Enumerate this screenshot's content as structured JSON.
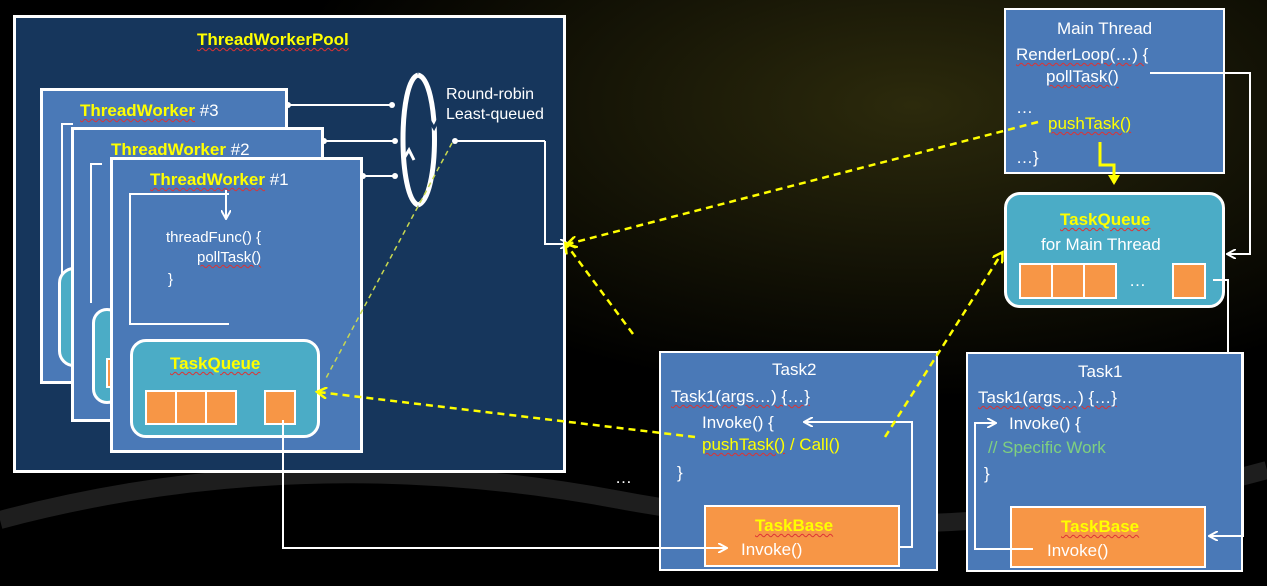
{
  "pool": {
    "title": "ThreadWorkerPool"
  },
  "workers": [
    {
      "name": "ThreadWorker",
      "num": "#3"
    },
    {
      "name": "ThreadWorker",
      "num": "#2"
    },
    {
      "name": "ThreadWorker",
      "num": "#1"
    }
  ],
  "worker1": {
    "code": [
      "threadFunc() {",
      "pollTask()",
      "}"
    ],
    "taskqueue": "TaskQueue"
  },
  "dispatch": {
    "line1": "Round-robin",
    "line2": "Least-queued"
  },
  "main_thread": {
    "title": "Main Thread",
    "lines": [
      "RenderLoop(…) {",
      "pollTask()",
      "…",
      "pushTask()",
      "…}"
    ]
  },
  "main_queue": {
    "title": "TaskQueue",
    "subtitle": "for Main Thread",
    "ellipsis": "…"
  },
  "task2": {
    "title": "Task2",
    "ctor": "Task1(args…) {…}",
    "invoke": "Invoke() {",
    "push": "pushTask()",
    "call": " / Call()",
    "close": "}",
    "base": "TaskBase",
    "base_invoke": "Invoke()"
  },
  "task1": {
    "title": "Task1",
    "ctor": "Task1(args…) {…}",
    "invoke": "Invoke() {",
    "comment": "// Specific Work",
    "close": "}",
    "base": "TaskBase",
    "base_invoke": "Invoke()"
  },
  "between_ellipsis": "…",
  "colors": {
    "pool_bg": "#16365c",
    "box_blue": "#4a79b7",
    "queue_teal": "#4bacc6",
    "slot_orange": "#f79646",
    "highlight": "#ffff00",
    "comment_green": "#7fd07f"
  }
}
